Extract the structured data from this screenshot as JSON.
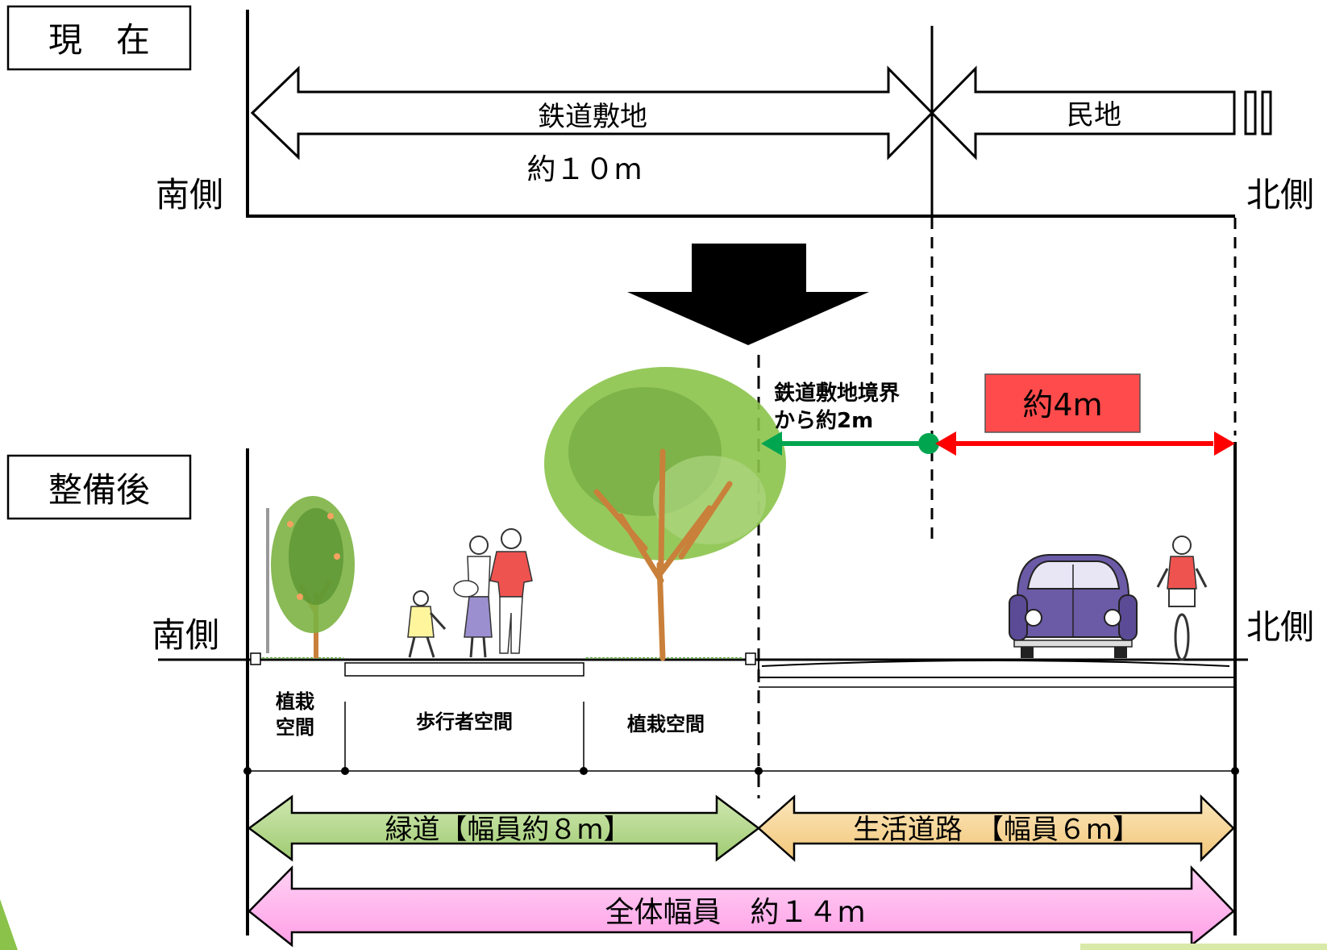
{
  "current": {
    "label": "現　在",
    "south": "南側",
    "north": "北側",
    "railway_land": "鉄道敷地",
    "width": "約１０m",
    "private_land": "民地"
  },
  "after": {
    "label": "整備後",
    "south": "南側",
    "north": "北側",
    "boundary_note_1": "鉄道敷地境界",
    "boundary_note_2": "から約2m",
    "highlight": "約4m",
    "planting_1a": "植栽",
    "planting_1b": "空間",
    "pedestrian": "歩行者空間",
    "planting_2": "植栽空間",
    "greenway": "緑道【幅員約８m】",
    "living_road": "生活道路　【幅員６m】",
    "total": "全体幅員　約１４m"
  },
  "colors": {
    "highlight_red": "#ff4b4b",
    "arrow_red": "#ff0000",
    "arrow_green": "#00a550",
    "greenway_fill": "#b5d88b",
    "road_fill": "#f8d89a",
    "total_fill": "#ffb8ee",
    "car": "#6b5aa6",
    "tree_leaf": "#7cb342",
    "trunk": "#c9803a"
  }
}
